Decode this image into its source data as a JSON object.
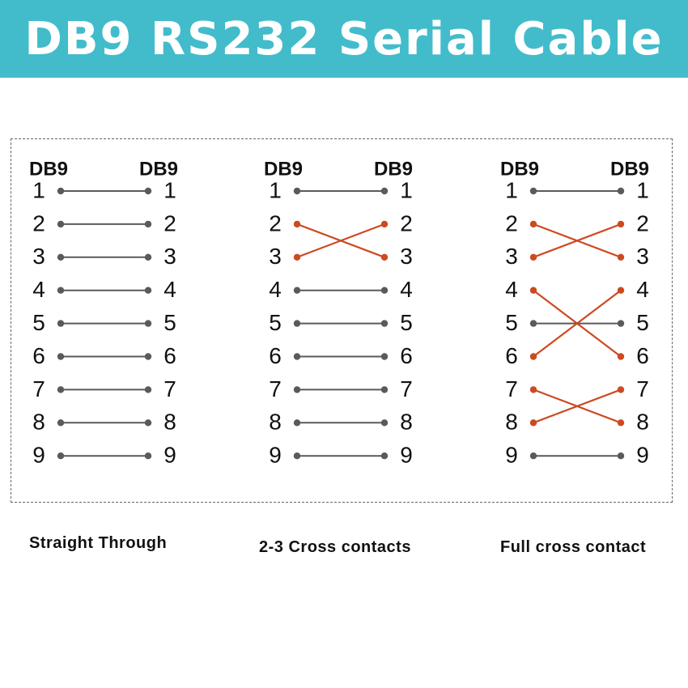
{
  "title": "DB9 RS232 Serial Cable",
  "colors": {
    "banner": "#42BCCB",
    "straight_wire": "#5a5a5a",
    "cross_wire": "#CC4A21",
    "text": "#111111"
  },
  "diagrams": [
    {
      "left_header": "DB9",
      "right_header": "DB9",
      "caption": "Straight Through",
      "pins": [
        "1",
        "2",
        "3",
        "4",
        "5",
        "6",
        "7",
        "8",
        "9"
      ],
      "wiring": [
        [
          1,
          1
        ],
        [
          2,
          2
        ],
        [
          3,
          3
        ],
        [
          4,
          4
        ],
        [
          5,
          5
        ],
        [
          6,
          6
        ],
        [
          7,
          7
        ],
        [
          8,
          8
        ],
        [
          9,
          9
        ]
      ]
    },
    {
      "left_header": "DB9",
      "right_header": "DB9",
      "caption": "2-3 Cross contacts",
      "pins": [
        "1",
        "2",
        "3",
        "4",
        "5",
        "6",
        "7",
        "8",
        "9"
      ],
      "wiring": [
        [
          1,
          1
        ],
        [
          2,
          3
        ],
        [
          3,
          2
        ],
        [
          4,
          4
        ],
        [
          5,
          5
        ],
        [
          6,
          6
        ],
        [
          7,
          7
        ],
        [
          8,
          8
        ],
        [
          9,
          9
        ]
      ]
    },
    {
      "left_header": "DB9",
      "right_header": "DB9",
      "caption": "Full cross contact",
      "pins": [
        "1",
        "2",
        "3",
        "4",
        "5",
        "6",
        "7",
        "8",
        "9"
      ],
      "wiring": [
        [
          1,
          1
        ],
        [
          2,
          3
        ],
        [
          3,
          2
        ],
        [
          4,
          6
        ],
        [
          5,
          5
        ],
        [
          6,
          4
        ],
        [
          7,
          8
        ],
        [
          8,
          7
        ],
        [
          9,
          9
        ]
      ]
    }
  ]
}
